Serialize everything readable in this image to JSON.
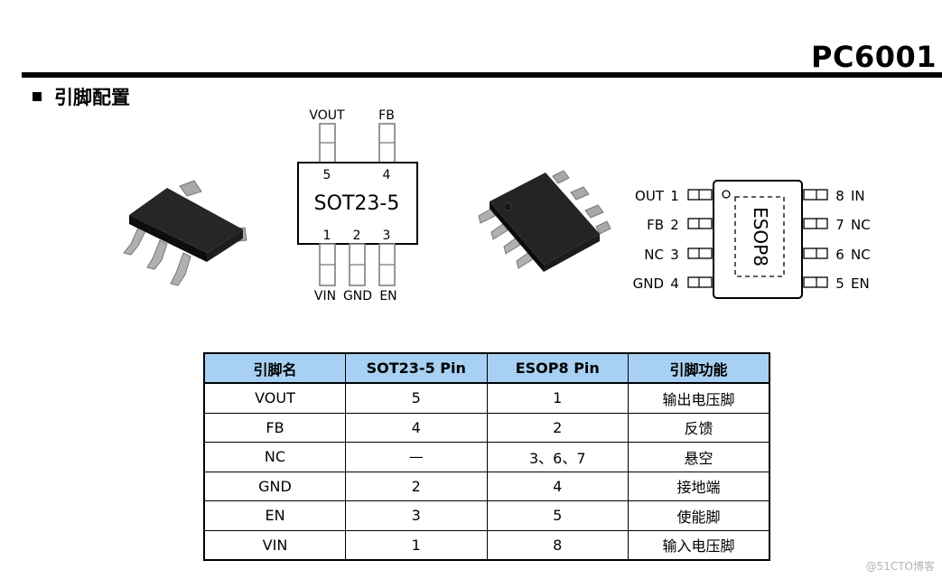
{
  "header": {
    "part_number": "PC6001"
  },
  "section": {
    "heading": "引脚配置"
  },
  "sot23": {
    "top_labels": [
      "VOUT",
      "FB"
    ],
    "top_numbers": [
      "5",
      "4"
    ],
    "name": "SOT23-5",
    "bottom_numbers": [
      "1",
      "2",
      "3"
    ],
    "bottom_labels": [
      "VIN",
      "GND",
      "EN"
    ]
  },
  "esop8": {
    "name": "ESOP8",
    "left_pins": [
      {
        "label": "OUT",
        "num": "1"
      },
      {
        "label": "FB",
        "num": "2"
      },
      {
        "label": "NC",
        "num": "3"
      },
      {
        "label": "GND",
        "num": "4"
      }
    ],
    "right_pins": [
      {
        "num": "8",
        "label": "IN"
      },
      {
        "num": "7",
        "label": "NC"
      },
      {
        "num": "6",
        "label": "NC"
      },
      {
        "num": "5",
        "label": "EN"
      }
    ]
  },
  "table": {
    "headers": [
      "引脚名",
      "SOT23-5 Pin",
      "ESOP8 Pin",
      "引脚功能"
    ],
    "rows": [
      [
        "VOUT",
        "5",
        "1",
        "输出电压脚"
      ],
      [
        "FB",
        "4",
        "2",
        "反馈"
      ],
      [
        "NC",
        "—",
        "3、6、7",
        "悬空"
      ],
      [
        "GND",
        "2",
        "4",
        "接地端"
      ],
      [
        "EN",
        "3",
        "5",
        "使能脚"
      ],
      [
        "VIN",
        "1",
        "8",
        "输入电压脚"
      ]
    ]
  },
  "watermark": "@51CTO博客"
}
